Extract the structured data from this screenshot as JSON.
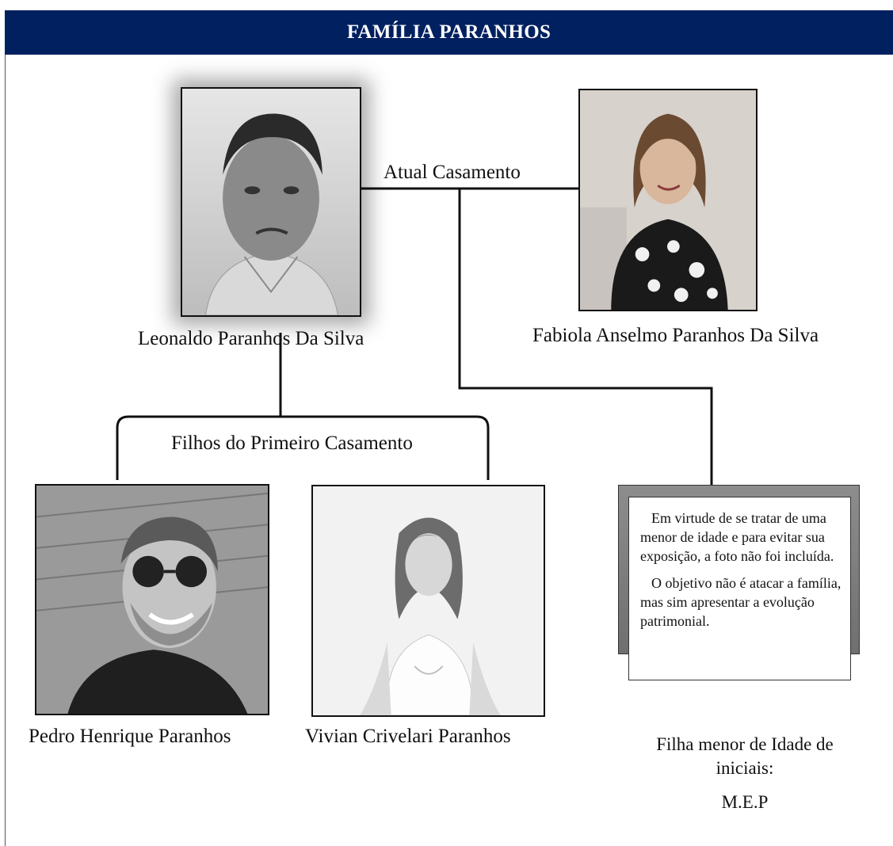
{
  "header": {
    "title": "FAMÍLIA PARANHOS"
  },
  "people": {
    "father": {
      "name": "Leonaldo Paranhos Da Silva"
    },
    "wife": {
      "name": "Fabiola Anselmo Paranhos Da Silva"
    },
    "son": {
      "name": "Pedro Henrique Paranhos"
    },
    "daughter": {
      "name": "Vivian Crivelari Paranhos"
    }
  },
  "connectors": {
    "current_marriage": "Atual Casamento",
    "first_marriage_children": "Filhos do Primeiro Casamento"
  },
  "minor": {
    "note_p1": "Em virtude de se tratar de uma menor de idade e para evitar sua exposição, a foto não foi incluída.",
    "note_p2": "O objetivo não é atacar a família, mas sim apresentar a evolução patrimonial.",
    "caption_line1": "Filha menor de Idade de",
    "caption_line2": "iniciais:",
    "initials": "M.E.P"
  }
}
